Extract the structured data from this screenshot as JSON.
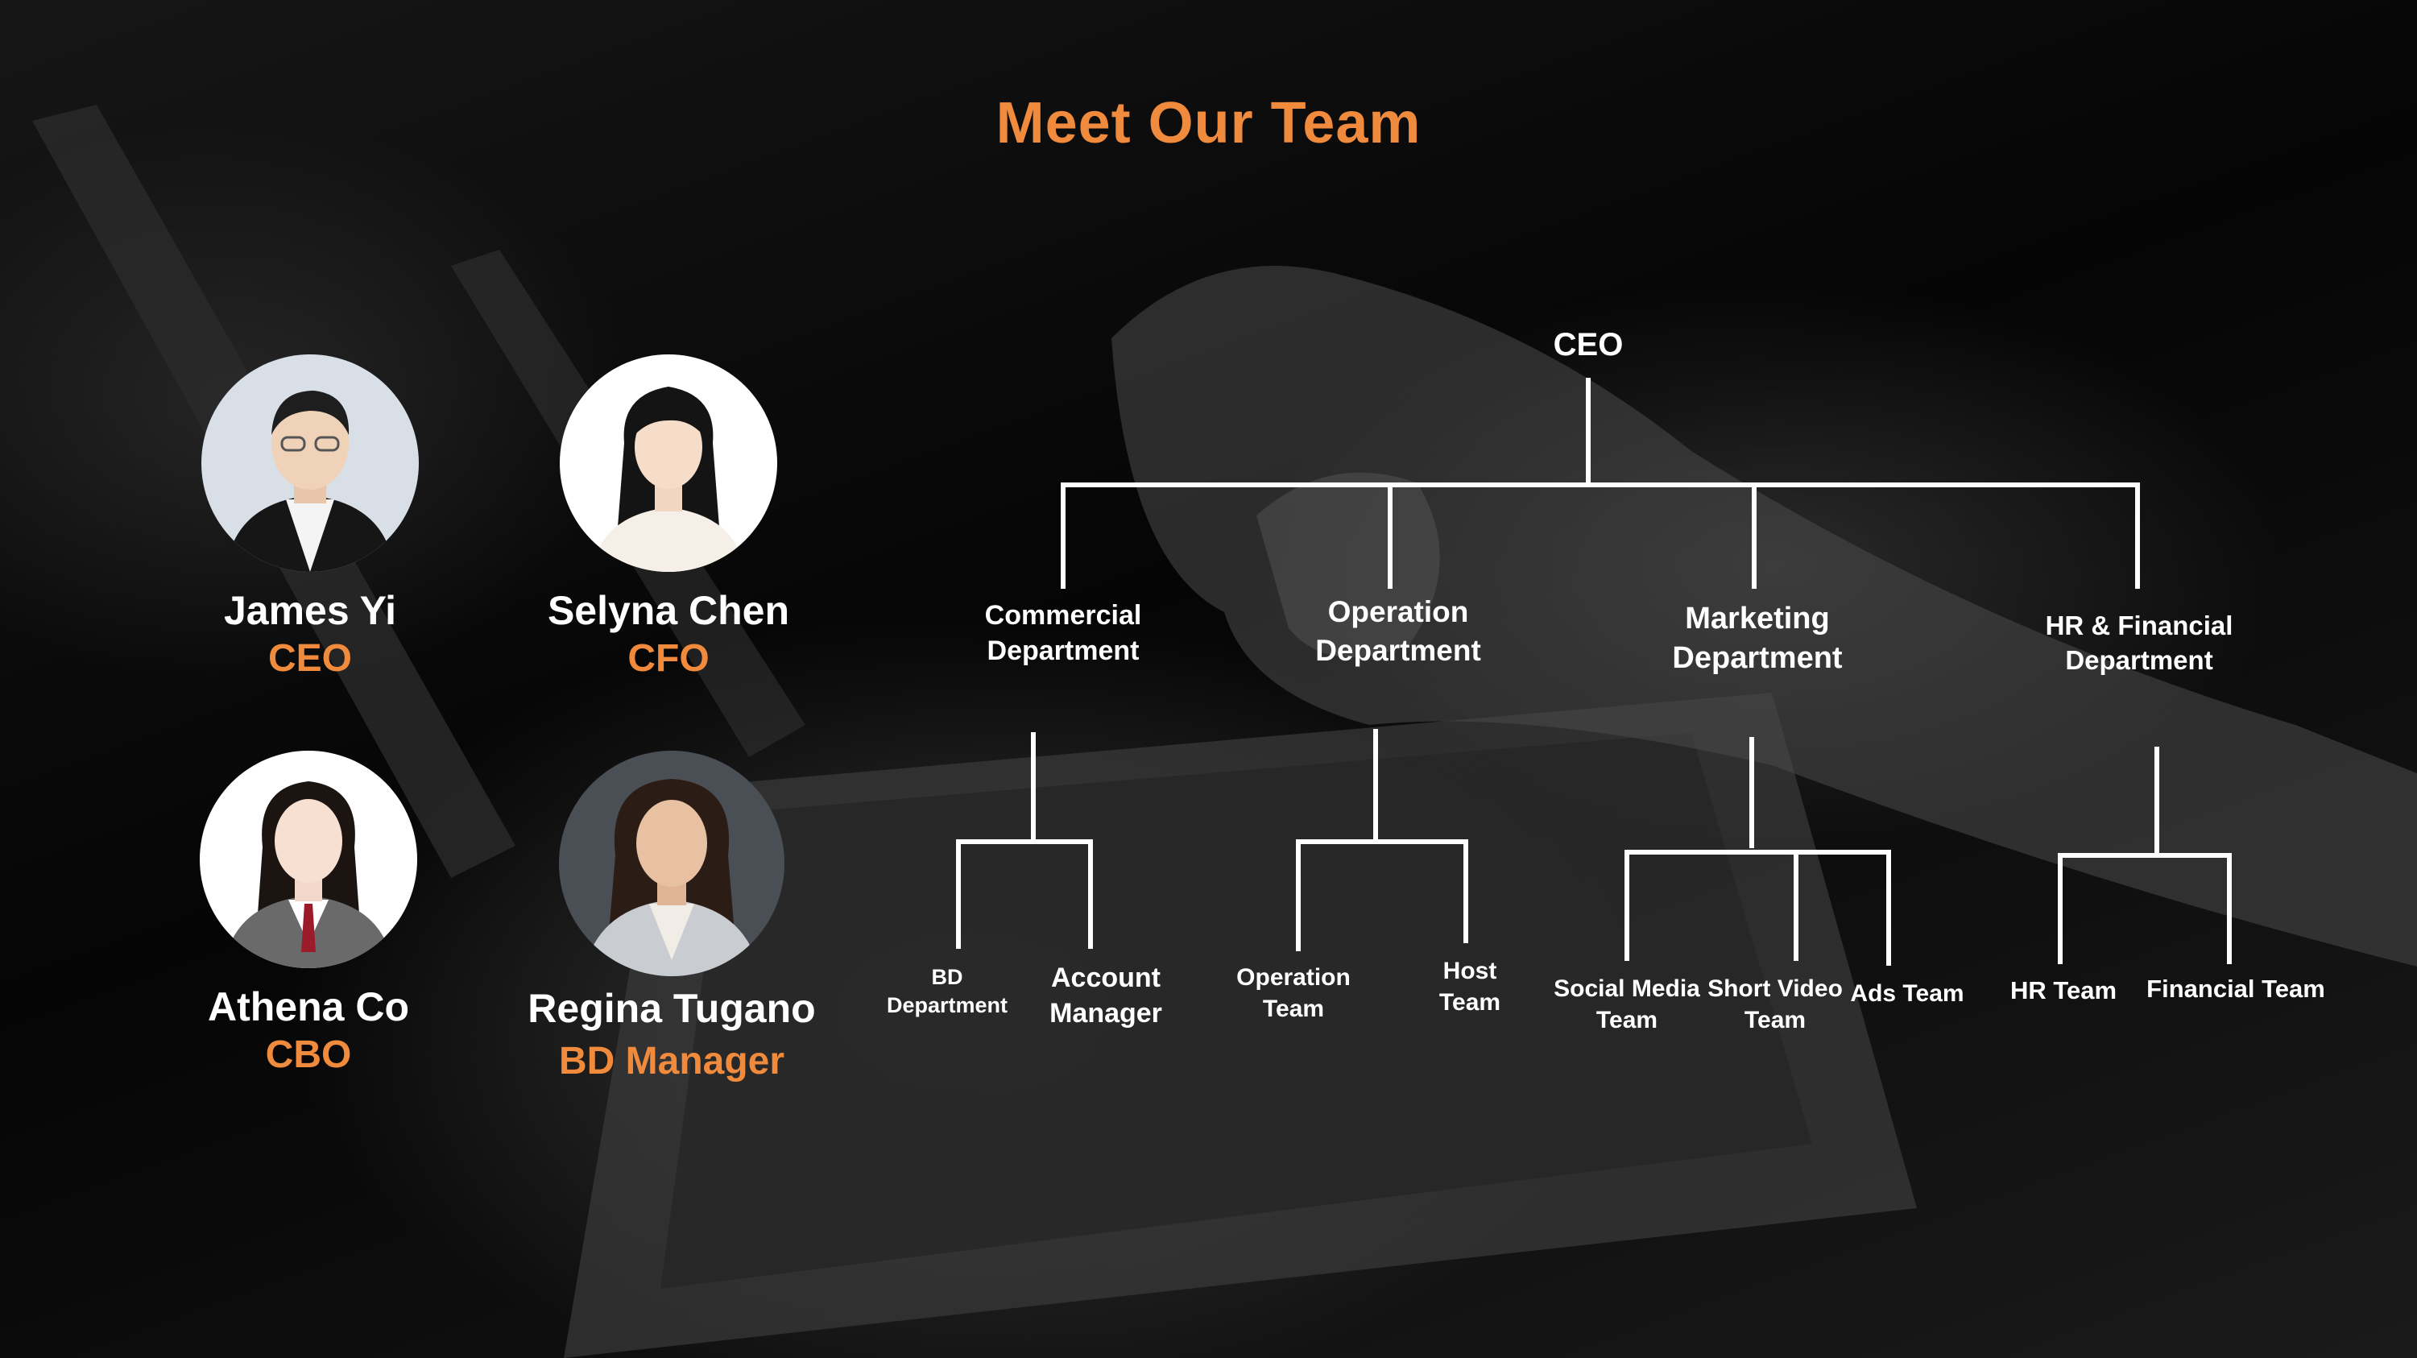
{
  "title": "Meet Our Team",
  "colors": {
    "accent": "#f08a3c",
    "text": "#ffffff",
    "lines": "#ffffff"
  },
  "team": [
    {
      "name": "James Yi",
      "role": "CEO"
    },
    {
      "name": "Selyna Chen",
      "role": "CFO"
    },
    {
      "name": "Athena Co",
      "role": "CBO"
    },
    {
      "name": "Regina Tugano",
      "role": "BD Manager"
    }
  ],
  "org": {
    "root": "CEO",
    "departments": [
      {
        "line1": "Commercial",
        "line2": "Department",
        "teams": [
          {
            "line1": "BD",
            "line2": "Department"
          },
          {
            "line1": "Account",
            "line2": "Manager"
          }
        ]
      },
      {
        "line1": "Operation",
        "line2": "Department",
        "teams": [
          {
            "line1": "Operation",
            "line2": "Team"
          },
          {
            "line1": "Host",
            "line2": "Team"
          }
        ]
      },
      {
        "line1": "Marketing",
        "line2": "Department",
        "teams": [
          {
            "line1": "Social  Media",
            "line2": "Team"
          },
          {
            "line1": "Short Video",
            "line2": "Team"
          },
          {
            "line1": "Ads Team",
            "line2": ""
          }
        ]
      },
      {
        "line1": "HR &  Financial",
        "line2": "Department",
        "teams": [
          {
            "line1": "HR Team",
            "line2": ""
          },
          {
            "line1": "Financial Team",
            "line2": ""
          }
        ]
      }
    ]
  }
}
